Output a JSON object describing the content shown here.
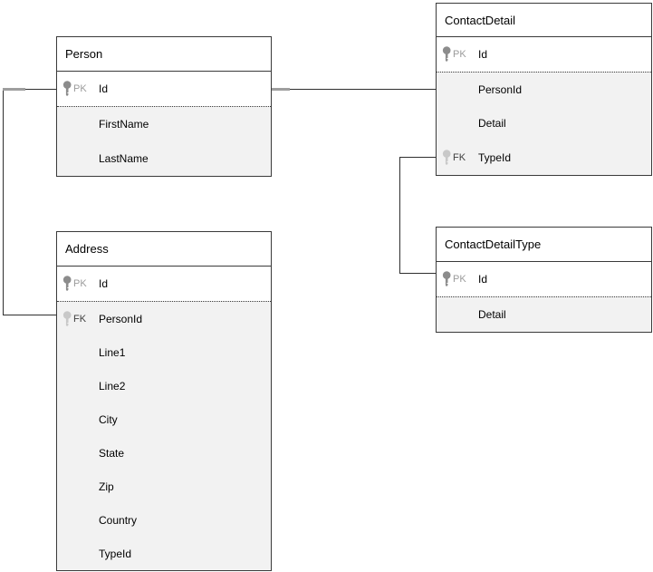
{
  "colors": {
    "table_border": "#3a3a3a",
    "header_bg": "#ffffff",
    "pk_section_bg": "#ffffff",
    "body_bg": "#f2f2f2",
    "connector": "#2f2f2f",
    "pk_key_icon": "#8c8c8c",
    "fk_key_icon": "#c8c8c8",
    "pk_label_text": "#9b9b9b",
    "fk_label_text": "#3f3f3f",
    "column_text": "#000000",
    "title_text": "#000000"
  },
  "tables": [
    {
      "id": "person",
      "title": "Person",
      "pk_columns": [
        {
          "key_label": "PK",
          "icon": "key-icon",
          "name": "Id"
        }
      ],
      "columns": [
        {
          "key_label": "",
          "icon": "",
          "name": "FirstName"
        },
        {
          "key_label": "",
          "icon": "",
          "name": "LastName"
        }
      ]
    },
    {
      "id": "contactdetail",
      "title": "ContactDetail",
      "pk_columns": [
        {
          "key_label": "PK",
          "icon": "key-icon",
          "name": "Id"
        }
      ],
      "columns": [
        {
          "key_label": "",
          "icon": "",
          "name": "PersonId"
        },
        {
          "key_label": "",
          "icon": "",
          "name": "Detail"
        },
        {
          "key_label": "FK",
          "icon": "key-icon",
          "name": "TypeId"
        }
      ]
    },
    {
      "id": "address",
      "title": "Address",
      "pk_columns": [
        {
          "key_label": "PK",
          "icon": "key-icon",
          "name": "Id"
        }
      ],
      "columns": [
        {
          "key_label": "FK",
          "icon": "key-icon",
          "name": "PersonId"
        },
        {
          "key_label": "",
          "icon": "",
          "name": "Line1"
        },
        {
          "key_label": "",
          "icon": "",
          "name": "Line2"
        },
        {
          "key_label": "",
          "icon": "",
          "name": "City"
        },
        {
          "key_label": "",
          "icon": "",
          "name": "State"
        },
        {
          "key_label": "",
          "icon": "",
          "name": "Zip"
        },
        {
          "key_label": "",
          "icon": "",
          "name": "Country"
        },
        {
          "key_label": "",
          "icon": "",
          "name": "TypeId"
        }
      ]
    },
    {
      "id": "contactdetailtype",
      "title": "ContactDetailType",
      "pk_columns": [
        {
          "key_label": "PK",
          "icon": "key-icon",
          "name": "Id"
        }
      ],
      "columns": [
        {
          "key_label": "",
          "icon": "",
          "name": "Detail"
        }
      ]
    }
  ],
  "relationships": [
    {
      "from_table": "Person",
      "from_column": "Id",
      "to_table": "Address",
      "to_column": "PersonId"
    },
    {
      "from_table": "Person",
      "from_column": "Id",
      "to_table": "ContactDetail",
      "to_column": "PersonId"
    },
    {
      "from_table": "ContactDetailType",
      "from_column": "Id",
      "to_table": "ContactDetail",
      "to_column": "TypeId"
    }
  ]
}
